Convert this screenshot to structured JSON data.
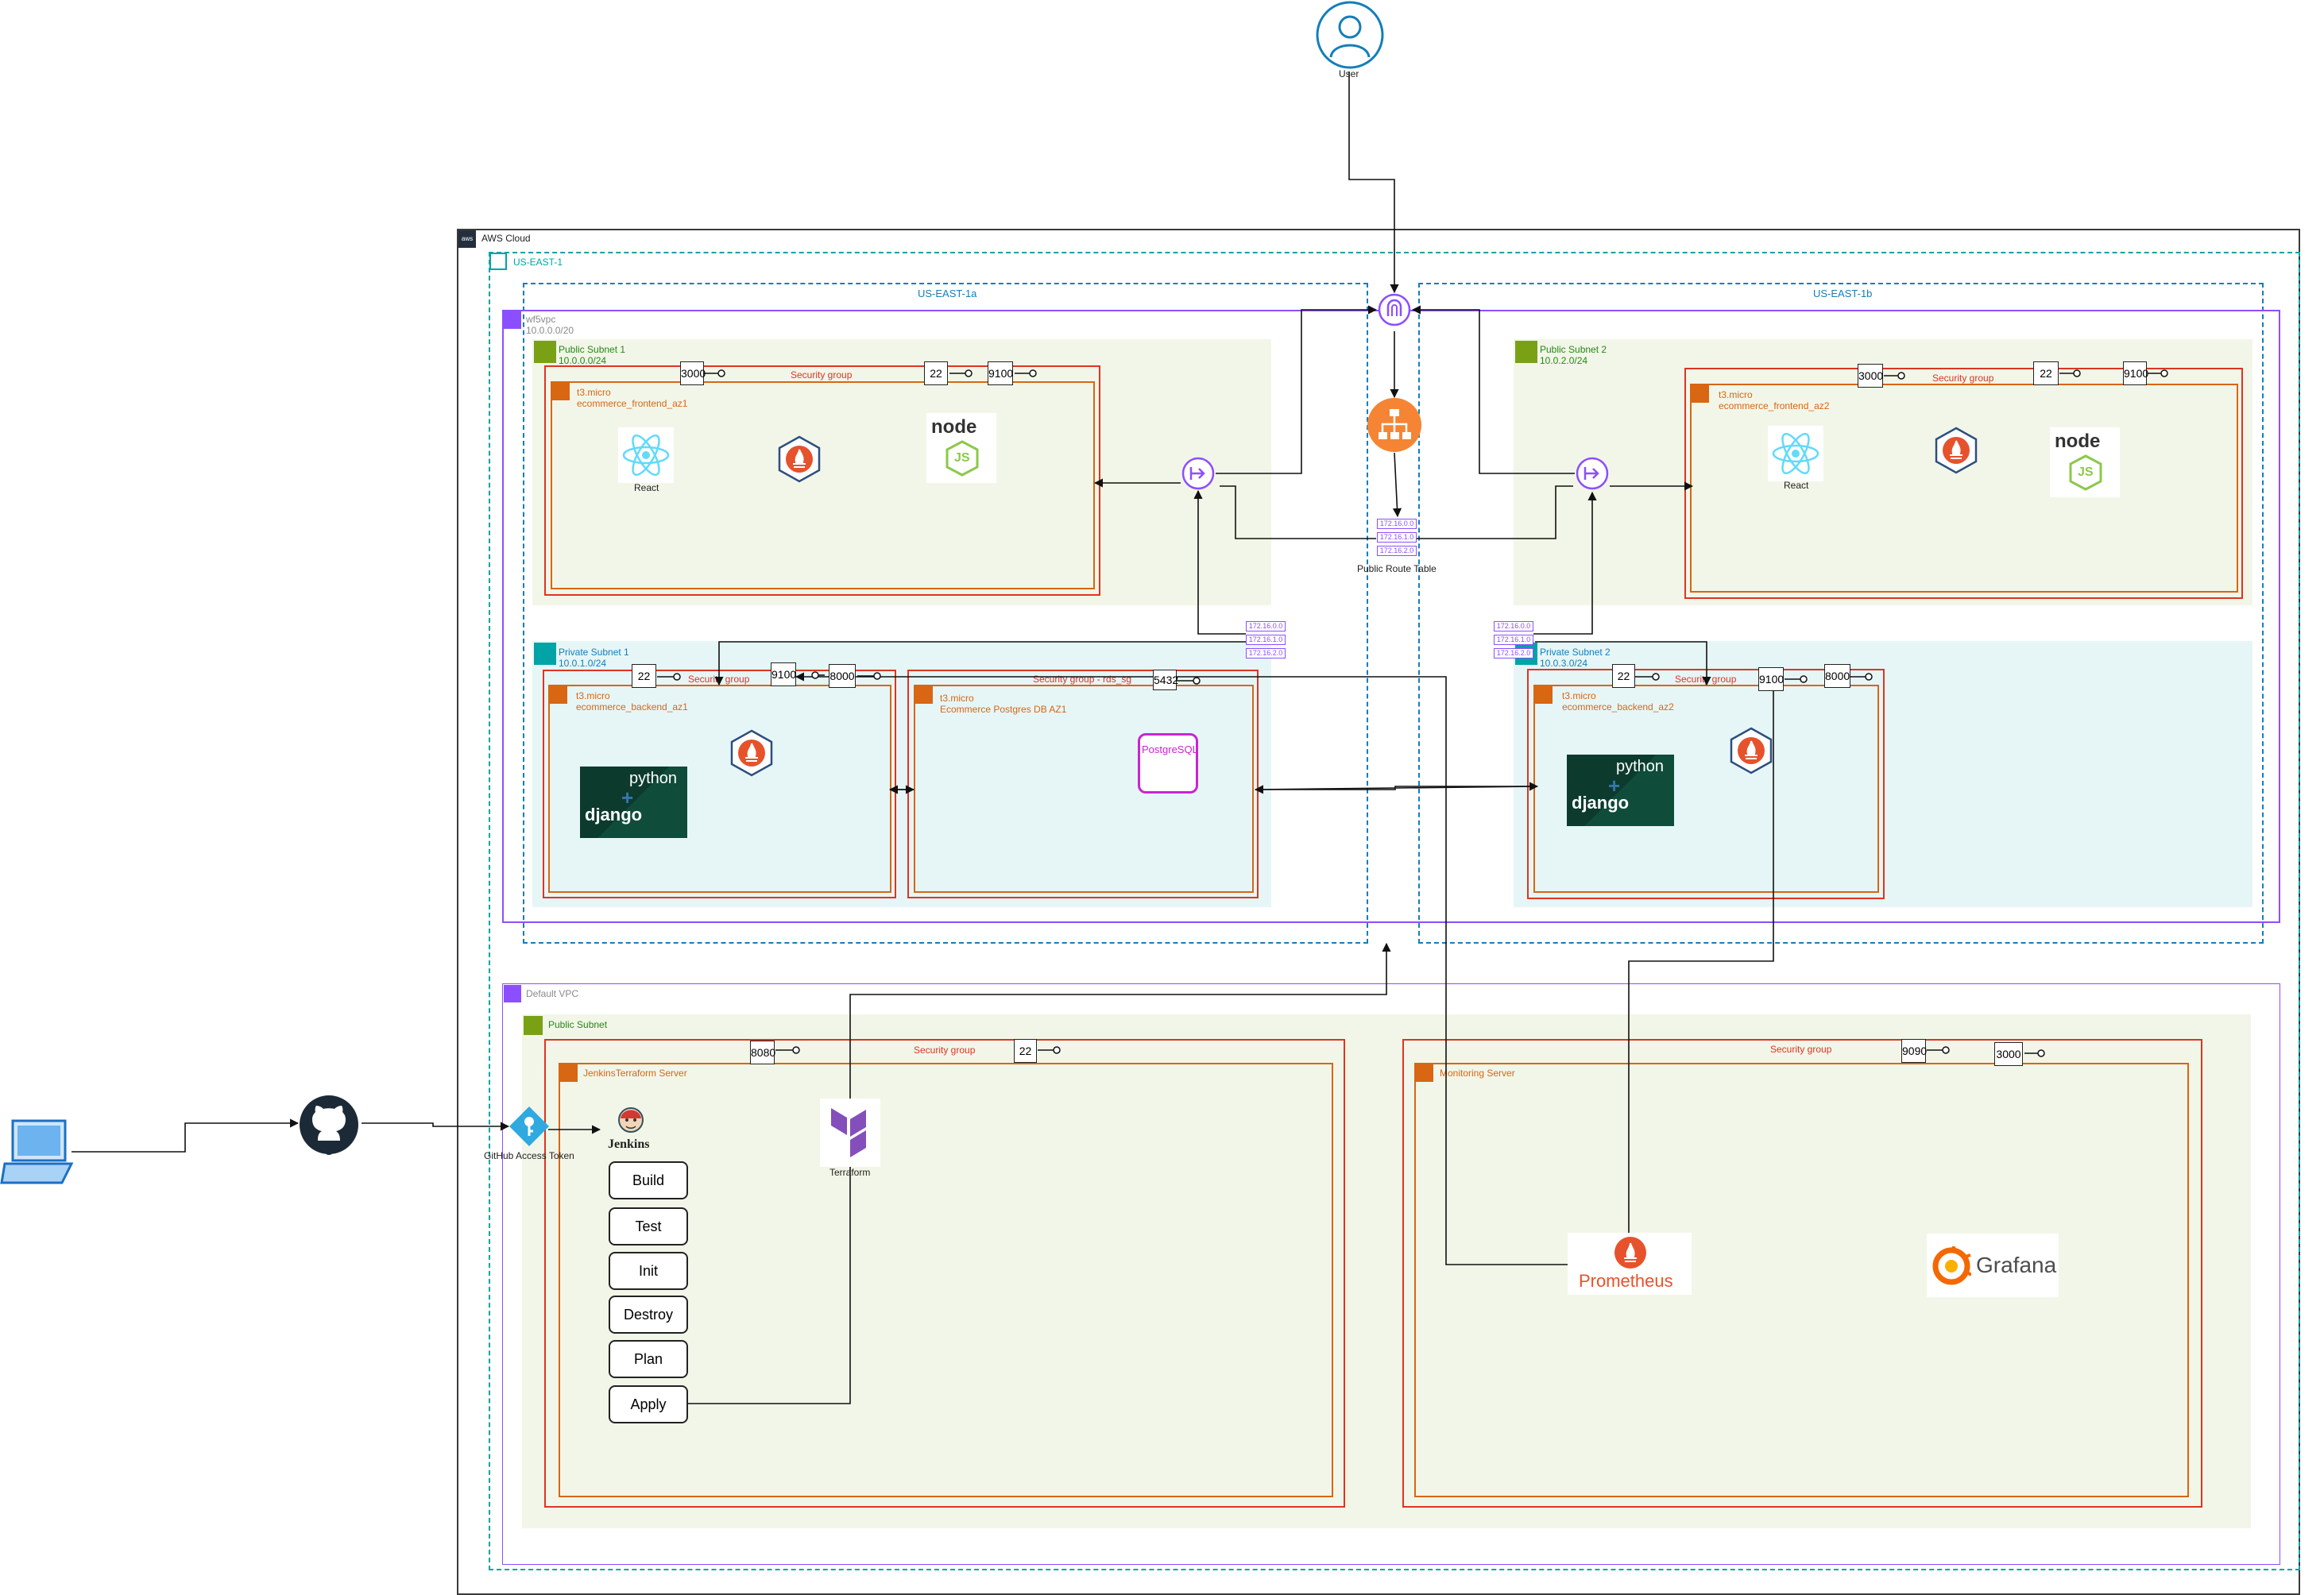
{
  "diagram": {
    "user": "User",
    "aws_cloud": "AWS Cloud",
    "region": "US-EAST-1",
    "az_a": "US-EAST-1a",
    "az_b": "US-EAST-1b",
    "vpc": {
      "name": "wf5vpc",
      "cidr": "10.0.0.0/20"
    },
    "default_vpc": "Default VPC",
    "public_subnet_1": {
      "name": "Public Subnet 1",
      "cidr": "10.0.0.0/24"
    },
    "public_subnet_2": {
      "name": "Public Subnet 2",
      "cidr": "10.0.2.0/24"
    },
    "private_subnet_1": {
      "name": "Private Subnet 1",
      "cidr": "10.0.1.0/24"
    },
    "private_subnet_2": {
      "name": "Private Subnet 2",
      "cidr": "10.0.3.0/24"
    },
    "public_subnet": "Public Subnet",
    "security_group": "Security group",
    "security_group_rds": "Security group - rds_sg",
    "instance_type": "t3.micro",
    "frontend_az1": "ecommerce_frontend_az1",
    "frontend_az2": "ecommerce_frontend_az2",
    "backend_az1": "ecommerce_backend_az1",
    "backend_az2": "ecommerce_backend_az2",
    "postgres_db": "Ecommerce Postgres DB AZ1",
    "jenkins_server": "JenkinsTerraform Server",
    "monitoring_server": "Monitoring Server",
    "route_table": "Public Route Table",
    "route_entries": [
      "172.16.0.0",
      "172.16.1.0",
      "172.16.2.0"
    ],
    "ports": {
      "p3000": "3000",
      "p22": "22",
      "p9100": "9100",
      "p8000": "8000",
      "p5432": "5432",
      "p8080": "8080",
      "p9090": "9090"
    },
    "react": "React",
    "node": "node",
    "js": "JS",
    "python": "python",
    "django": "django",
    "postgresql": "PostgreSQL",
    "jenkins": "Jenkins",
    "terraform": "Terraform",
    "github_token": "GitHub Access Token",
    "prometheus": "Prometheus",
    "grafana": "Grafana",
    "pipeline": [
      "Build",
      "Test",
      "Init",
      "Destroy",
      "Plan",
      "Apply"
    ],
    "colors": {
      "accent_teal": "#00a4a6",
      "accent_blue": "#147eba",
      "vpc_purple": "#8c4fff",
      "security_red": "#dd3522",
      "ec2_orange": "#d86613",
      "subnet_green": "#7aa116",
      "prometheus": "#e6522c",
      "grafana": "#f46800"
    }
  }
}
